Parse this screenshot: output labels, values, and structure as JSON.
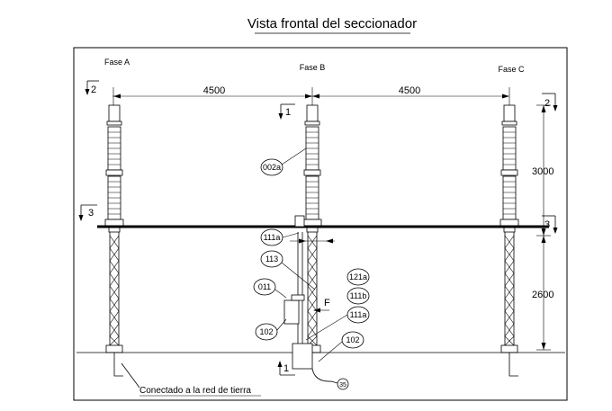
{
  "title": "Vista frontal del seccionador",
  "phases": [
    "Fase A",
    "Fase B",
    "Fase C"
  ],
  "dimensions": {
    "span_ab": "4500",
    "span_bc": "4500",
    "insulator_height": "3000",
    "structure_height": "2600"
  },
  "section_marks": {
    "top_left": "2",
    "top_right": "2",
    "mid_left": "3",
    "mid_right": "3",
    "center_top": "1",
    "bottom": "1",
    "F": "F"
  },
  "callouts": {
    "insulator": "002a",
    "rod_top": "111a",
    "coupling": "113",
    "drive": "011",
    "shaft_a": "121a",
    "shaft_b": "111b",
    "shaft_c": "111a",
    "box_left": "102",
    "box_right": "102",
    "ground_tag": "35"
  },
  "note": "Conectado a la red de tierra"
}
